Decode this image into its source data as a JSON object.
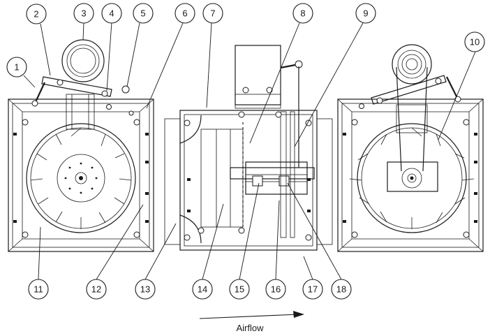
{
  "callouts": [
    "1",
    "2",
    "3",
    "4",
    "5",
    "6",
    "7",
    "8",
    "9",
    "10",
    "11",
    "12",
    "13",
    "14",
    "15",
    "16",
    "17",
    "18"
  ],
  "airflow_label": "Airflow",
  "colors": {
    "line": "#1a1a1a",
    "background": "#ffffff"
  }
}
